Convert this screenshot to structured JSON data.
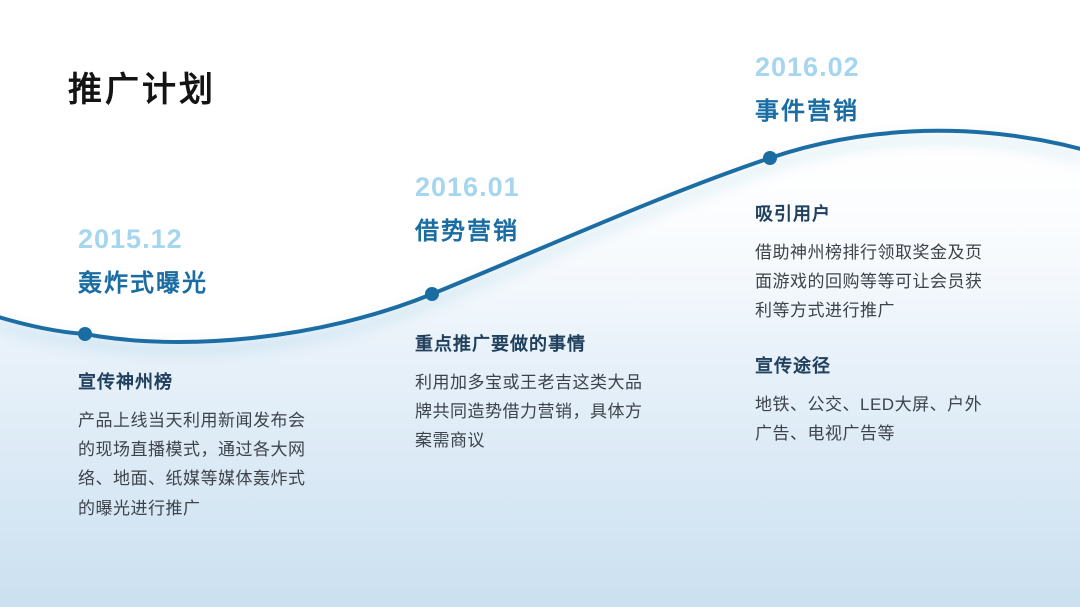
{
  "slide": {
    "title": "推广计划"
  },
  "timeline": {
    "node_count": 3,
    "colors": {
      "curve": "#1a6da3",
      "dot": "#1a6da3",
      "area_bottom": "#cbe0f0",
      "date_text": "#a5d5ef",
      "milestone_text": "#1a6da3",
      "heading_text": "#21405e",
      "body_text": "#3d434b",
      "title_text": "#141414"
    }
  },
  "milestones": [
    {
      "date": "2015.12",
      "name": "轰炸式曝光",
      "sections": [
        {
          "heading": "宣传神州榜",
          "body": "产品上线当天利用新闻发布会的现场直播模式，通过各大网络、地面、纸媒等媒体轰炸式的曝光进行推广"
        }
      ]
    },
    {
      "date": "2016.01",
      "name": "借势营销",
      "sections": [
        {
          "heading": "重点推广要做的事情",
          "body": "利用加多宝或王老吉这类大品牌共同造势借力营销，具体方案需商议"
        }
      ]
    },
    {
      "date": "2016.02",
      "name": "事件营销",
      "sections": [
        {
          "heading": "吸引用户",
          "body": "借助神州榜排行领取奖金及页面游戏的回购等等可让会员获利等方式进行推广"
        },
        {
          "heading": "宣传途径",
          "body": "地铁、公交、LED大屏、户外广告、电视广告等"
        }
      ]
    }
  ]
}
